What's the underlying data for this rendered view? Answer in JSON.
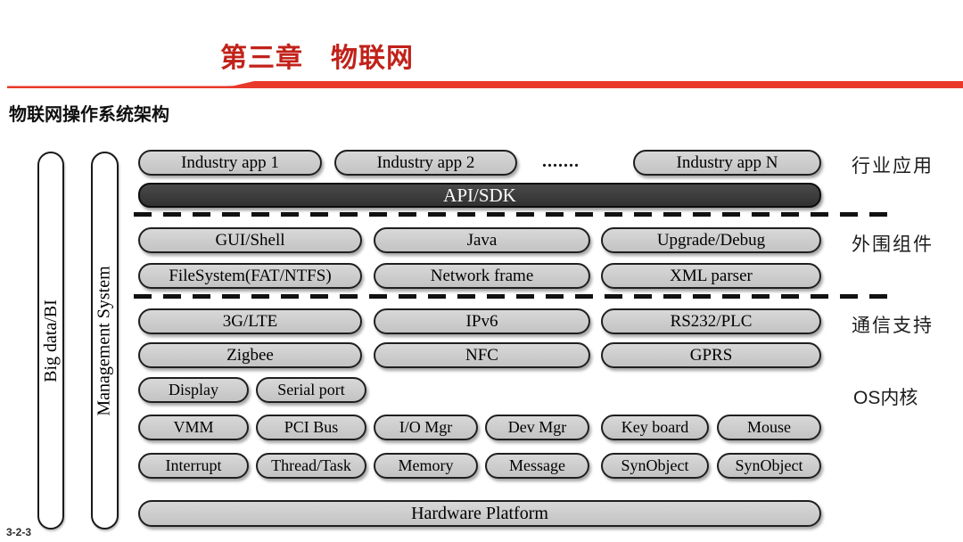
{
  "header": {
    "title": "第三章　物联网",
    "subtitle": "物联网操作系统架构",
    "title_color": "#c1221a",
    "divider_color": "#e8392b"
  },
  "footer": {
    "page_number": "3-2-3"
  },
  "diagram": {
    "colors": {
      "pill_gray": "#c9c9c9",
      "api_dark": "#3b3b3b",
      "border_black": "#1f1f1f"
    },
    "pillars": {
      "bigdata": "Big data/BI",
      "management": "Management System"
    },
    "section_labels": {
      "industry": "行业应用",
      "peripheral": "外围组件",
      "comm": "通信支持",
      "kernel": "OS内核"
    },
    "apps": {
      "a1": "Industry app 1",
      "a2": "Industry app 2",
      "dots": ".......",
      "aN": "Industry app N"
    },
    "api_bar": "API/SDK",
    "peripheral": {
      "r1": [
        "GUI/Shell",
        "Java",
        "Upgrade/Debug"
      ],
      "r2": [
        "FileSystem(FAT/NTFS)",
        "Network frame",
        "XML parser"
      ]
    },
    "comm": {
      "r1": [
        "3G/LTE",
        "IPv6",
        "RS232/PLC"
      ],
      "r2": [
        "Zigbee",
        "NFC",
        "GPRS"
      ]
    },
    "kernel": {
      "r1": [
        "Display",
        "Serial port"
      ],
      "r2": [
        "VMM",
        "PCI Bus",
        "I/O Mgr",
        "Dev Mgr",
        "Key board",
        "Mouse"
      ],
      "r3": [
        "Interrupt",
        "Thread/Task",
        "Memory",
        "Message",
        "SynObject",
        "SynObject"
      ]
    },
    "hardware_bar": "Hardware Platform"
  }
}
